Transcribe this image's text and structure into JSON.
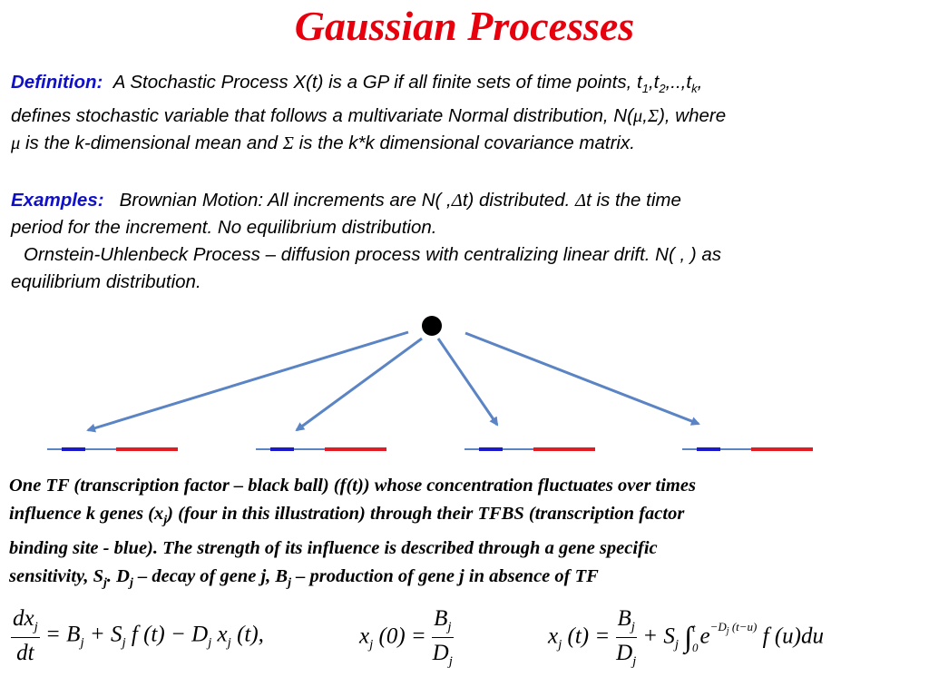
{
  "title": "Gaussian Processes",
  "definition": {
    "label": "Definition:",
    "line1": "A Stochastic Process X(t) is a GP if all finite sets of time points, t",
    "t_sub1": "1",
    "t_sep1": ",t",
    "t_sub2": "2",
    "t_sep2": ",..,t",
    "t_subk": "k",
    "line1_end": ",",
    "line2": "defines stochastic variable that follows a multivariate Normal distribution, N(",
    "mu": "μ",
    "comma": ",",
    "sigma": "Σ",
    "line2_end": "), where",
    "line3_a": " is the k-dimensional mean and ",
    "line3_b": " is the k*k dimensional covariance matrix."
  },
  "examples": {
    "label": "Examples:",
    "line1_a": "Brownian Motion: All increments are N( ,",
    "delta": "Δ",
    "line1_b": "t) distributed.  ",
    "line1_c": "t is the time",
    "line2": "period for the increment. No equilibrium distribution.",
    "line3": "Ornstein-Uhlenbeck Process – diffusion process with centralizing linear drift.  N( , ) as",
    "line4": "equilibrium distribution."
  },
  "caption": {
    "line1": "One TF (transcription factor – black ball) (f(t)) whose concentration fluctuates over times",
    "line2_a": "influence k genes (x",
    "line2_sub": "j",
    "line2_b": ") (four in this illustration) through their TFBS (transcription factor",
    "line3": "binding site - blue).  The strength of its influence is described through a gene specific",
    "line4_a": "sensitivity, S",
    "line4_sub_s": "j",
    "line4_b": ".  D",
    "line4_sub_d": "j",
    "line4_c": " – decay of gene j, B",
    "line4_sub_b": "j",
    "line4_d": " – production of gene j in absence of TF"
  },
  "colors": {
    "title": "#e8000d",
    "label": "#1010c8",
    "arrow": "#5b84c4",
    "tfbs": "#1a1acc",
    "gene": "#e31b23"
  },
  "equations": {
    "eq1": {
      "num": "dx",
      "num_sub": "j",
      "den": "dt",
      "rhs_a": "= B",
      "sub_b": "j",
      "rhs_b": " + S",
      "sub_s": "j",
      "rhs_c": " f (t) − D",
      "sub_d": "j",
      "rhs_d": " x",
      "sub_x": "j",
      "rhs_e": " (t),",
      "op": "=",
      "plus": "+",
      "minus": "−"
    },
    "eq2": {
      "lhs": "x",
      "lhs_sub": "j",
      "lhs_b": " (0) =",
      "num": "B",
      "num_sub": "j",
      "den": "D",
      "den_sub": "j"
    },
    "eq3": {
      "lhs": "x",
      "lhs_sub": "j",
      "lhs_b": " (t) =",
      "num": "B",
      "num_sub": "j",
      "den": "D",
      "den_sub": "j",
      "plus_s": " + S",
      "s_sub": "j",
      "integral": "∫",
      "upper": "t",
      "lower": "0",
      "e": "e",
      "exp": "−D",
      "exp_sub": "j",
      "exp_b": " (t−u)",
      "tail": " f (u)du"
    }
  }
}
